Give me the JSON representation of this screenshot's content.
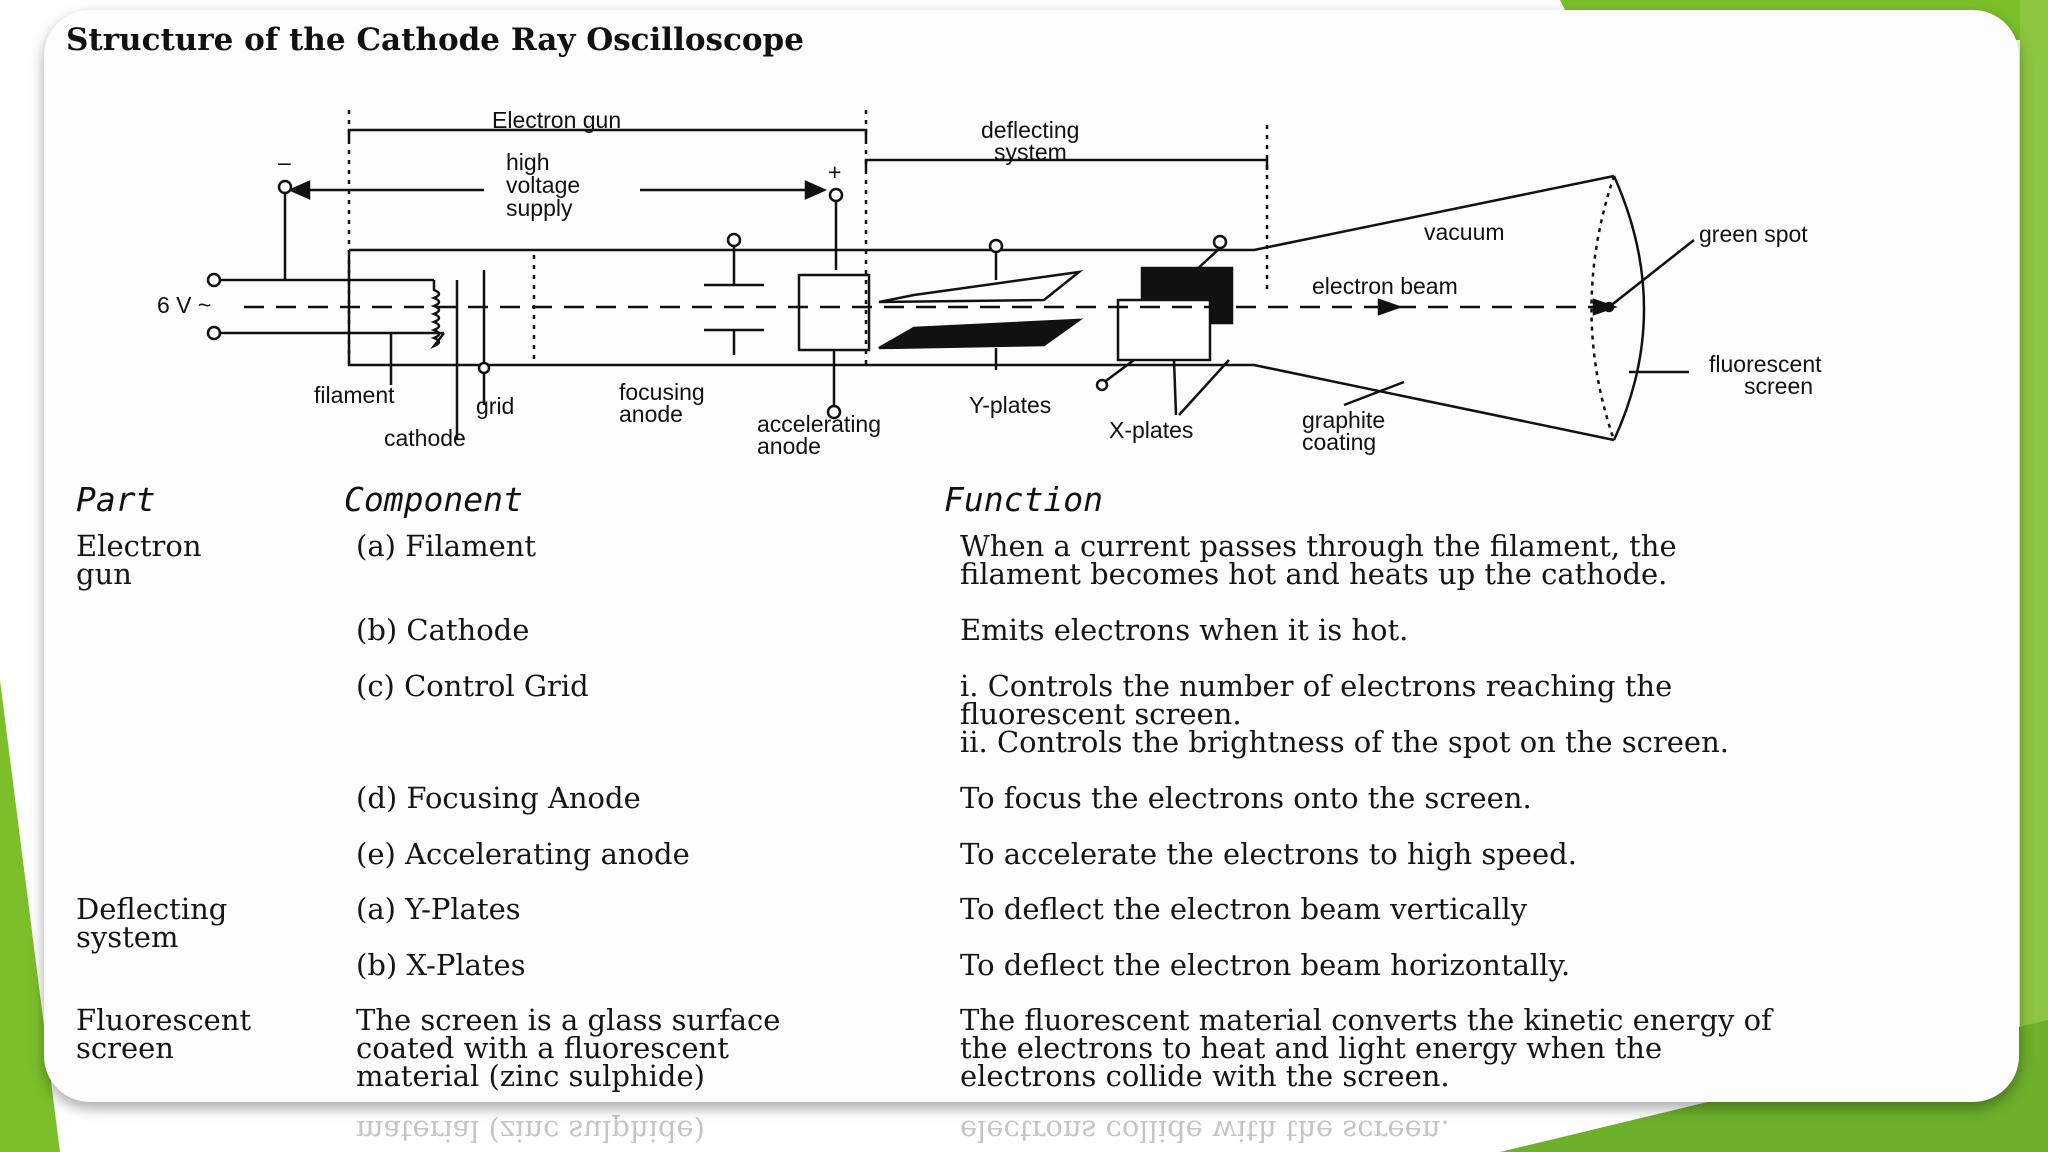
{
  "title": "Structure of the Cathode Ray Oscilloscope",
  "diagram_labels": {
    "electron_gun": "Electron gun",
    "deflecting_system": "deflecting\nsystem",
    "minus": "–",
    "plus": "+",
    "high_voltage": "high\nvoltage\nsupply",
    "six_v": "6 V ~",
    "vacuum": "vacuum",
    "green_spot": "green spot",
    "electron_beam": "electron beam",
    "fluorescent_screen": "fluorescent\nscreen",
    "filament": "filament",
    "grid": "grid",
    "cathode": "cathode",
    "focusing_anode": "focusing\nanode",
    "accelerating_anode": "accelerating\nanode",
    "y_plates": "Y-plates",
    "x_plates": "X-plates",
    "graphite_coating": "graphite\ncoating"
  },
  "table": {
    "headers": {
      "part": "Part",
      "component": "Component",
      "function": "Function"
    },
    "rows": [
      {
        "part": "Electron\ngun",
        "component": "(a)  Filament",
        "function": "When a current passes through the filament, the\nfilament becomes hot and heats up the cathode."
      },
      {
        "part": "",
        "component": "(b)  Cathode",
        "function": "Emits electrons when it is hot."
      },
      {
        "part": "",
        "component": "(c)  Control Grid",
        "function": "i.    Controls the number of electrons reaching the\n       fluorescent screen.\nii.   Controls the brightness of the spot on the screen."
      },
      {
        "part": "",
        "component": "(d)  Focusing Anode",
        "function": "To focus the electrons onto the screen."
      },
      {
        "part": "",
        "component": "(e)  Accelerating anode",
        "function": "To accelerate the electrons to high speed."
      },
      {
        "part": "Deflecting\nsystem",
        "component": "(a)  Y-Plates",
        "function": "To deflect the electron beam vertically"
      },
      {
        "part": "",
        "component": "(b)  X-Plates",
        "function": "To deflect the electron beam horizontally."
      },
      {
        "part": "Fluorescent\nscreen",
        "component": "The screen is a glass surface\ncoated with a fluorescent\nmaterial (zinc sulphide)",
        "function": "The fluorescent material converts the kinetic energy of\nthe electrons to heat and light energy when the\nelectrons collide with the screen."
      }
    ]
  },
  "reflection_text": {
    "left": "material (zinc sulphide)",
    "right": "electrons collide with the screen."
  },
  "colors": {
    "accent_green": "#7cbf2a",
    "accent_dark_green": "#4e9a1c"
  }
}
